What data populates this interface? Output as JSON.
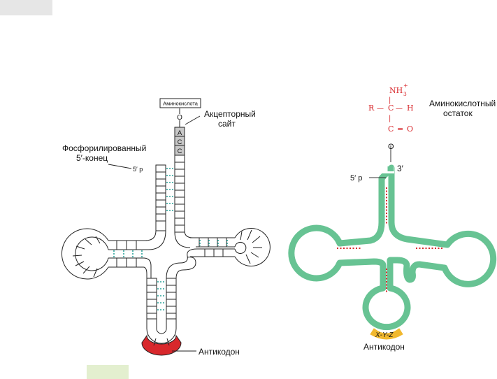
{
  "colors": {
    "outline": "#222222",
    "left_pair_dots": "#2aa39a",
    "anticodon_red": "#d8282c",
    "acc_fill": "#c8c8c8",
    "green": "#67c393",
    "right_pair_dots": "#d8282c",
    "anticodon_orange": "#f1b82e",
    "chem_red": "#d8282c",
    "deco_gray": "#e6e6e6",
    "deco_green": "#e3efcf"
  },
  "left": {
    "amino_box": "Аминокислота",
    "o_label": "O",
    "acc_letters": [
      "A",
      "C",
      "C"
    ],
    "acceptor_line1": "Акцепторный",
    "acceptor_line2": "сайт",
    "phos_line1": "Фосфорилированный",
    "phos_line2": "5′-конец",
    "five_p": "5′ p",
    "anticodon": "Антикодон"
  },
  "right": {
    "nh3": "NH",
    "nh3_sub": "3",
    "nh3_sup": "+",
    "r_label": "R",
    "dash1": "—",
    "c_label": "C",
    "dash2": "—",
    "h_label": "H",
    "vbar1": "|",
    "vbar2": "|",
    "c2_label": "C",
    "eq": "=",
    "o2_label": "O",
    "o_label": "O",
    "amino_res_line1": "Аминокислотный",
    "amino_res_line2": "остаток",
    "three_prime": "3′",
    "five_p": "5′  p",
    "anticodon_code": "X-Y-Z",
    "anticodon": "Антикодон"
  }
}
